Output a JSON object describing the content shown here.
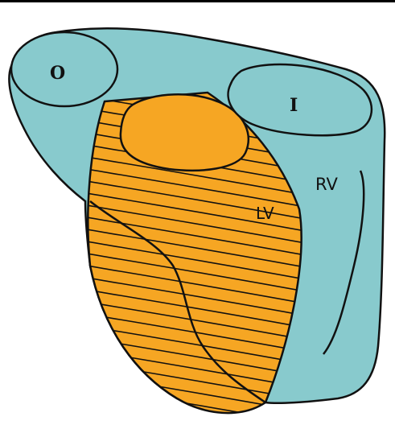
{
  "diagram": {
    "labels": {
      "outflow": "O",
      "inflow": "I",
      "right_ventricle": "RV",
      "left_ventricle": "LV"
    },
    "colors": {
      "right_ventricle_fill": "#88CACD",
      "left_ventricle_fill": "#F6A623",
      "outline": "#111111",
      "background": "#FFFFFF"
    }
  }
}
